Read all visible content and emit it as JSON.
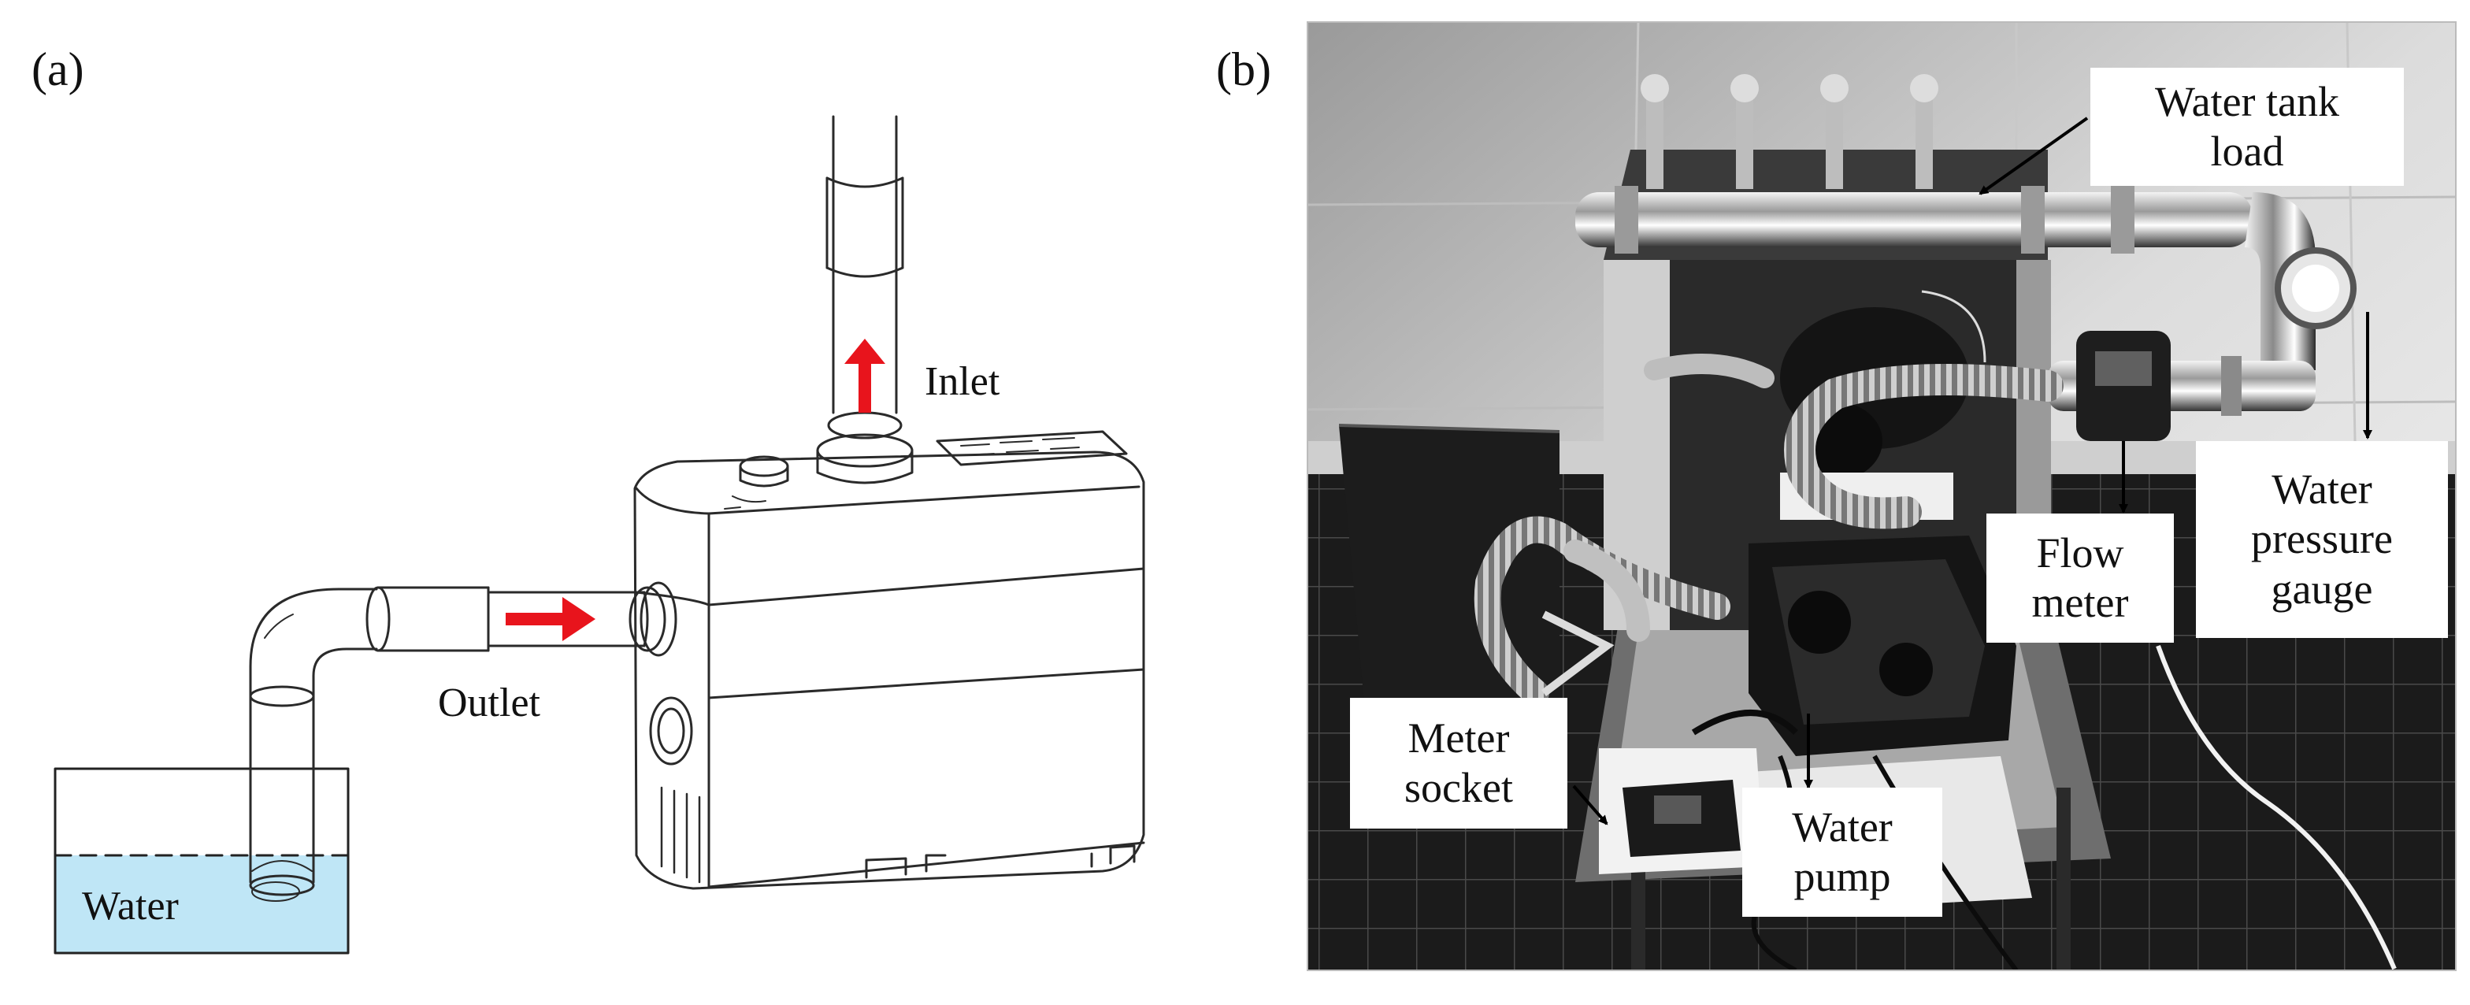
{
  "panel_a": {
    "label": "(a)",
    "labels": {
      "inlet": "Inlet",
      "outlet": "Outlet",
      "water": "Water"
    },
    "colors": {
      "arrow": "#e8141c",
      "water": "#bfe6f6",
      "line": "#2a2a2a"
    }
  },
  "panel_b": {
    "label": "(b)",
    "callouts": {
      "water_tank_load": [
        "Water tank",
        "load"
      ],
      "flow_meter": [
        "Flow",
        "meter"
      ],
      "pressure_gauge": [
        "Water",
        "pressure",
        "gauge"
      ],
      "meter_socket": [
        "Meter",
        "socket"
      ],
      "water_pump": [
        "Water",
        "pump"
      ]
    }
  }
}
